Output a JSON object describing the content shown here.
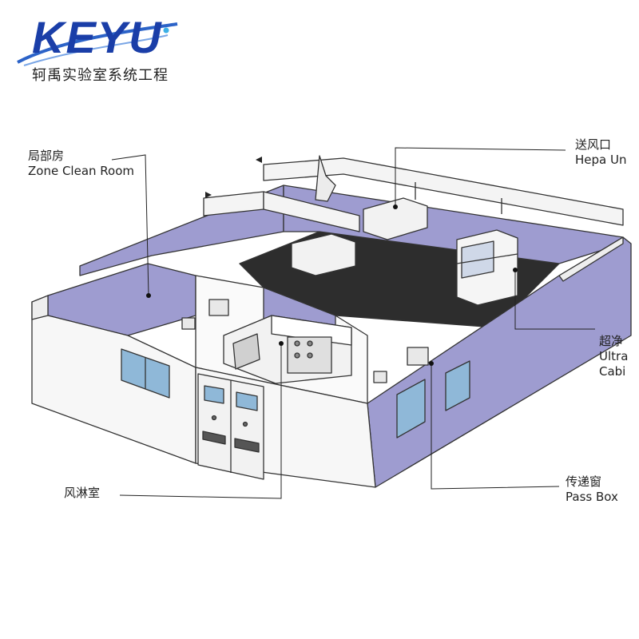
{
  "brand": {
    "logo_text": "KEYU",
    "company_name": "轲禹实验室系统工程",
    "brand_color": "#1a3ea8",
    "swoosh_color": "#2c63c8"
  },
  "diagram": {
    "labels": {
      "zone_clean_room": {
        "zh": "局部房",
        "en": "Zone Clean Room"
      },
      "hepa_unit": {
        "zh": "送风口",
        "en": "Hepa Un"
      },
      "ultra_cabinet": {
        "zh": "超净",
        "en_line1": "Ultra",
        "en_line2": "Cabi"
      },
      "air_shower": {
        "zh": "风淋室"
      },
      "pass_box": {
        "zh": "传递窗",
        "en": "Pass Box"
      }
    },
    "colors": {
      "wall_outer": "#f7f7f7",
      "wall_inner": "#9e9cd0",
      "floor": "#2d2d2d",
      "line": "#333333",
      "duct": "#f4f4f4",
      "glass": "#8fb8d8"
    }
  }
}
